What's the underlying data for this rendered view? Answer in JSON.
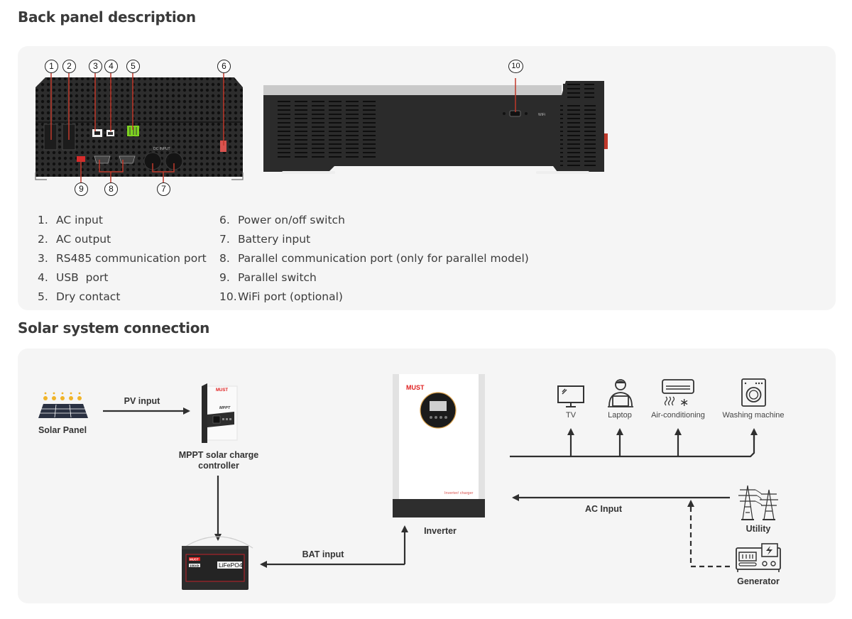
{
  "sections": {
    "back_panel": {
      "title": "Back panel description",
      "callouts": [
        "1",
        "2",
        "3",
        "4",
        "5",
        "6",
        "7",
        "8",
        "9",
        "10"
      ],
      "items_left": [
        {
          "num": "1.",
          "label": "AC input"
        },
        {
          "num": "2.",
          "label": "AC output"
        },
        {
          "num": "3.",
          "label": "RS485 communication port"
        },
        {
          "num": "4.",
          "label": "USB  port"
        },
        {
          "num": "5.",
          "label": "Dry contact"
        }
      ],
      "items_right": [
        {
          "num": "6.",
          "label": "Power on/off switch"
        },
        {
          "num": "7.",
          "label": "Battery input"
        },
        {
          "num": "8.",
          "label": "Parallel communication port (only for parallel model)"
        },
        {
          "num": "9.",
          "label": "Parallel switch"
        },
        {
          "num": "10.",
          "label": "WiFi port (optional)"
        }
      ],
      "device_marks": {
        "dc_input": "DC  INPUT",
        "wifi": "WiFi"
      }
    },
    "solar_connection": {
      "title": "Solar system connection",
      "nodes": {
        "solar_panel": "Solar Panel",
        "mppt": "MPPT solar charge controller",
        "inverter": "Inverter",
        "battery": "LiFePO4",
        "battery_capacity": "100Ah",
        "utility": "Utility",
        "generator": "Generator"
      },
      "brand": "MUST",
      "inverter_caption": "Inverter/ charger",
      "mppt_mark": "MPPT",
      "edges": {
        "pv_input": "PV input",
        "bat_input": "BAT input",
        "ac_input": "AC Input"
      },
      "loads": [
        "TV",
        "Laptop",
        "Air-conditioning",
        "Washing machine"
      ]
    }
  },
  "colors": {
    "callout_line": "#c0392b",
    "device_body": "#2b2b2b",
    "brand_red": "#e02020",
    "dry_contact_green": "#7ed321",
    "panel_bg": "#f5f5f5",
    "arrow": "#2f2f2f"
  }
}
